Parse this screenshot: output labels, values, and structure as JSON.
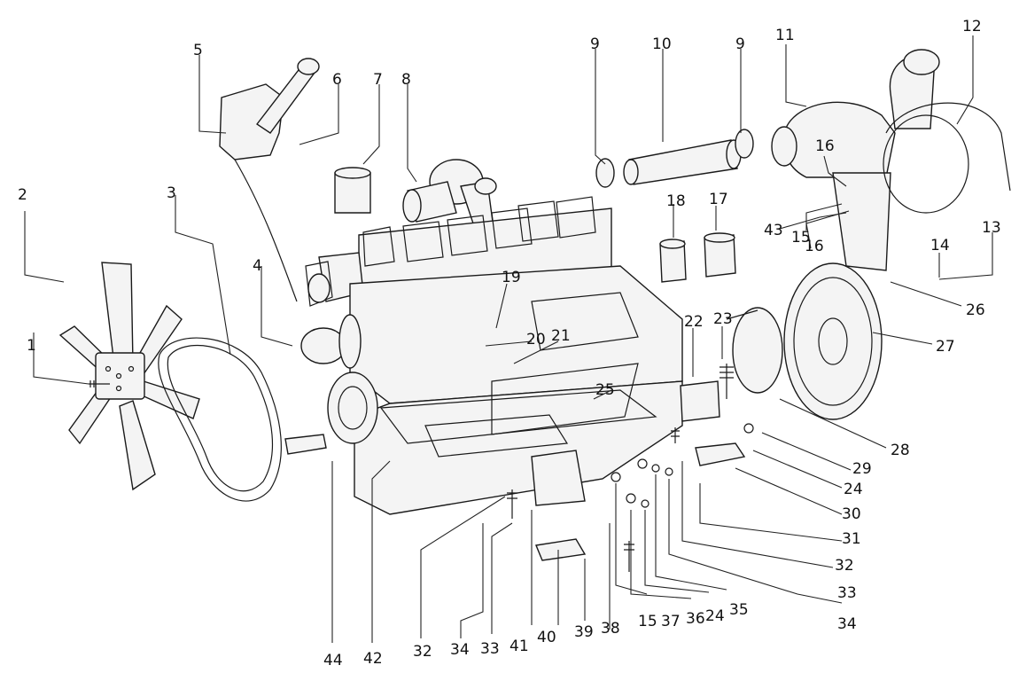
{
  "labels": [
    {
      "id": "1",
      "text": "1"
    },
    {
      "id": "2",
      "text": "2"
    },
    {
      "id": "3",
      "text": "3"
    },
    {
      "id": "4",
      "text": "4"
    },
    {
      "id": "5",
      "text": "5"
    },
    {
      "id": "6",
      "text": "6"
    },
    {
      "id": "7",
      "text": "7"
    },
    {
      "id": "8",
      "text": "8"
    },
    {
      "id": "9a",
      "text": "9"
    },
    {
      "id": "10",
      "text": "10"
    },
    {
      "id": "9b",
      "text": "9"
    },
    {
      "id": "11",
      "text": "11"
    },
    {
      "id": "12",
      "text": "12"
    },
    {
      "id": "13",
      "text": "13"
    },
    {
      "id": "14",
      "text": "14"
    },
    {
      "id": "16a",
      "text": "16"
    },
    {
      "id": "43",
      "text": "43"
    },
    {
      "id": "15a",
      "text": "15"
    },
    {
      "id": "16b",
      "text": "16"
    },
    {
      "id": "18",
      "text": "18"
    },
    {
      "id": "17",
      "text": "17"
    },
    {
      "id": "19",
      "text": "19"
    },
    {
      "id": "20",
      "text": "20"
    },
    {
      "id": "21",
      "text": "21"
    },
    {
      "id": "22",
      "text": "22"
    },
    {
      "id": "23",
      "text": "23"
    },
    {
      "id": "25",
      "text": "25"
    },
    {
      "id": "26",
      "text": "26"
    },
    {
      "id": "27",
      "text": "27"
    },
    {
      "id": "28",
      "text": "28"
    },
    {
      "id": "29",
      "text": "29"
    },
    {
      "id": "24a",
      "text": "24"
    },
    {
      "id": "30",
      "text": "30"
    },
    {
      "id": "31",
      "text": "31"
    },
    {
      "id": "32a",
      "text": "32"
    },
    {
      "id": "33a",
      "text": "33"
    },
    {
      "id": "34a",
      "text": "34"
    },
    {
      "id": "35",
      "text": "35"
    },
    {
      "id": "24b",
      "text": "24"
    },
    {
      "id": "36",
      "text": "36"
    },
    {
      "id": "37",
      "text": "37"
    },
    {
      "id": "15b",
      "text": "15"
    },
    {
      "id": "38",
      "text": "38"
    },
    {
      "id": "39",
      "text": "39"
    },
    {
      "id": "40",
      "text": "40"
    },
    {
      "id": "41",
      "text": "41"
    },
    {
      "id": "33b",
      "text": "33"
    },
    {
      "id": "34b",
      "text": "34"
    },
    {
      "id": "32b",
      "text": "32"
    },
    {
      "id": "42",
      "text": "42"
    },
    {
      "id": "44",
      "text": "44"
    }
  ]
}
